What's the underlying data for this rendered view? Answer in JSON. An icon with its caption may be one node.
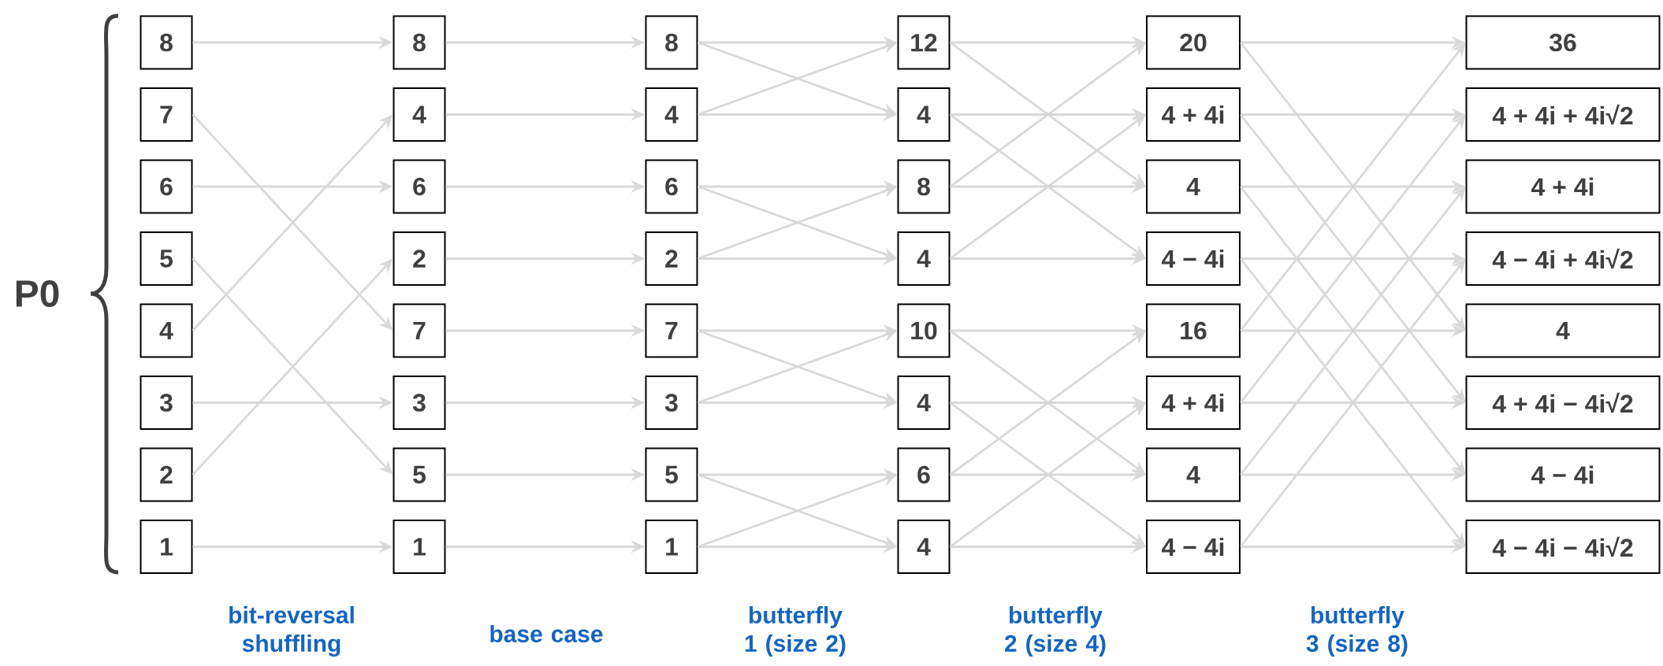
{
  "diagram": {
    "nodes": [
      {
        "text": [
          "8"
        ]
      },
      {
        "text": [
          "7"
        ]
      },
      {
        "text": [
          "6"
        ]
      },
      {
        "text": [
          "5"
        ]
      },
      {
        "text": [
          "4"
        ]
      },
      {
        "text": [
          "3"
        ]
      },
      {
        "text": [
          "2"
        ]
      },
      {
        "text": [
          "1"
        ]
      },
      {
        "text": [
          "8"
        ]
      },
      {
        "text": [
          "4"
        ]
      },
      {
        "text": [
          "6"
        ]
      },
      {
        "text": [
          "2"
        ]
      },
      {
        "text": [
          "7"
        ]
      },
      {
        "text": [
          "3"
        ]
      },
      {
        "text": [
          "5"
        ]
      },
      {
        "text": [
          "1"
        ]
      },
      {
        "text": [
          "8"
        ]
      },
      {
        "text": [
          "4"
        ]
      },
      {
        "text": [
          "6"
        ]
      },
      {
        "text": [
          "2"
        ]
      },
      {
        "text": [
          "7"
        ]
      },
      {
        "text": [
          "3"
        ]
      },
      {
        "text": [
          "5"
        ]
      },
      {
        "text": [
          "1"
        ]
      },
      {
        "text": [
          "12"
        ]
      },
      {
        "text": [
          "4"
        ]
      },
      {
        "text": [
          "8"
        ]
      },
      {
        "text": [
          "4"
        ]
      },
      {
        "text": [
          "10"
        ]
      },
      {
        "text": [
          "4"
        ]
      },
      {
        "text": [
          "6"
        ]
      },
      {
        "text": [
          "4"
        ]
      },
      {
        "text": [
          "20"
        ]
      },
      {
        "text": [
          "4 + 4i"
        ]
      },
      {
        "text": [
          "4"
        ]
      },
      {
        "text": [
          "4 − 4i"
        ]
      },
      {
        "text": [
          "16"
        ]
      },
      {
        "text": [
          "4 + 4i"
        ]
      },
      {
        "text": [
          "4"
        ]
      },
      {
        "text": [
          "4 − 4i"
        ]
      },
      {
        "text": [
          "36"
        ]
      },
      {
        "text": [
          "4 + 4i + 4i√2"
        ]
      },
      {
        "text": [
          "4 + 4i"
        ]
      },
      {
        "text": [
          "4 − 4i + 4i√2"
        ]
      },
      {
        "text": [
          "4"
        ]
      },
      {
        "text": [
          "4 + 4i − 4i√2"
        ]
      },
      {
        "text": [
          "4 − 4i"
        ]
      },
      {
        "text": [
          "4 − 4i − 4i√2"
        ]
      }
    ],
    "edges": [
      {
        "from": 0,
        "to": 8,
        "arrow": "to"
      },
      {
        "from": 1,
        "to": 12,
        "arrow": "to"
      },
      {
        "from": 2,
        "to": 10,
        "arrow": "to"
      },
      {
        "from": 3,
        "to": 14,
        "arrow": "to"
      },
      {
        "from": 4,
        "to": 9,
        "arrow": "to"
      },
      {
        "from": 5,
        "to": 13,
        "arrow": "to"
      },
      {
        "from": 6,
        "to": 11,
        "arrow": "to"
      },
      {
        "from": 7,
        "to": 15,
        "arrow": "to"
      },
      {
        "from": 8,
        "to": 16,
        "arrow": "to"
      },
      {
        "from": 9,
        "to": 17,
        "arrow": "to"
      },
      {
        "from": 10,
        "to": 18,
        "arrow": "to"
      },
      {
        "from": 11,
        "to": 19,
        "arrow": "to"
      },
      {
        "from": 12,
        "to": 20,
        "arrow": "to"
      },
      {
        "from": 13,
        "to": 21,
        "arrow": "to"
      },
      {
        "from": 14,
        "to": 22,
        "arrow": "to"
      },
      {
        "from": 15,
        "to": 23,
        "arrow": "to"
      },
      {
        "from": 16,
        "to": 24,
        "arrow": "to"
      },
      {
        "from": 16,
        "to": 25,
        "arrow": "to"
      },
      {
        "from": 17,
        "to": 24,
        "arrow": "to"
      },
      {
        "from": 17,
        "to": 25,
        "arrow": "to"
      },
      {
        "from": 18,
        "to": 26,
        "arrow": "to"
      },
      {
        "from": 18,
        "to": 27,
        "arrow": "to"
      },
      {
        "from": 19,
        "to": 26,
        "arrow": "to"
      },
      {
        "from": 19,
        "to": 27,
        "arrow": "to"
      },
      {
        "from": 20,
        "to": 28,
        "arrow": "to"
      },
      {
        "from": 20,
        "to": 29,
        "arrow": "to"
      },
      {
        "from": 21,
        "to": 28,
        "arrow": "to"
      },
      {
        "from": 21,
        "to": 29,
        "arrow": "to"
      },
      {
        "from": 22,
        "to": 30,
        "arrow": "to"
      },
      {
        "from": 22,
        "to": 31,
        "arrow": "to"
      },
      {
        "from": 23,
        "to": 30,
        "arrow": "to"
      },
      {
        "from": 23,
        "to": 31,
        "arrow": "to"
      },
      {
        "from": 24,
        "to": 32,
        "arrow": "to"
      },
      {
        "from": 24,
        "to": 34,
        "arrow": "to"
      },
      {
        "from": 25,
        "to": 33,
        "arrow": "to"
      },
      {
        "from": 25,
        "to": 35,
        "arrow": "to"
      },
      {
        "from": 26,
        "to": 32,
        "arrow": "to"
      },
      {
        "from": 26,
        "to": 34,
        "arrow": "to"
      },
      {
        "from": 27,
        "to": 33,
        "arrow": "to"
      },
      {
        "from": 27,
        "to": 35,
        "arrow": "to"
      },
      {
        "from": 28,
        "to": 36,
        "arrow": "to"
      },
      {
        "from": 28,
        "to": 38,
        "arrow": "to"
      },
      {
        "from": 29,
        "to": 37,
        "arrow": "to"
      },
      {
        "from": 29,
        "to": 39,
        "arrow": "to"
      },
      {
        "from": 30,
        "to": 36,
        "arrow": "to"
      },
      {
        "from": 30,
        "to": 38,
        "arrow": "to"
      },
      {
        "from": 31,
        "to": 37,
        "arrow": "to"
      },
      {
        "from": 31,
        "to": 39,
        "arrow": "to"
      },
      {
        "from": 32,
        "to": 40,
        "arrow": "to"
      },
      {
        "from": 32,
        "to": 44,
        "arrow": "to"
      },
      {
        "from": 33,
        "to": 41,
        "arrow": "to"
      },
      {
        "from": 33,
        "to": 45,
        "arrow": "to"
      },
      {
        "from": 34,
        "to": 42,
        "arrow": "to"
      },
      {
        "from": 34,
        "to": 46,
        "arrow": "to"
      },
      {
        "from": 35,
        "to": 43,
        "arrow": "to"
      },
      {
        "from": 35,
        "to": 47,
        "arrow": "to"
      },
      {
        "from": 36,
        "to": 40,
        "arrow": "to"
      },
      {
        "from": 36,
        "to": 44,
        "arrow": "to"
      },
      {
        "from": 37,
        "to": 41,
        "arrow": "to"
      },
      {
        "from": 37,
        "to": 45,
        "arrow": "to"
      },
      {
        "from": 38,
        "to": 42,
        "arrow": "to"
      },
      {
        "from": 38,
        "to": 46,
        "arrow": "to"
      },
      {
        "from": 39,
        "to": 43,
        "arrow": "to"
      },
      {
        "from": 39,
        "to": 47,
        "arrow": "to"
      }
    ],
    "labels": [
      "P0",
      "bit-reversal shuffling",
      "base case",
      "butterfly 1 (size 2)",
      "butterfly 2 (size 4)",
      "butterfly 3 (size 8)"
    ]
  }
}
